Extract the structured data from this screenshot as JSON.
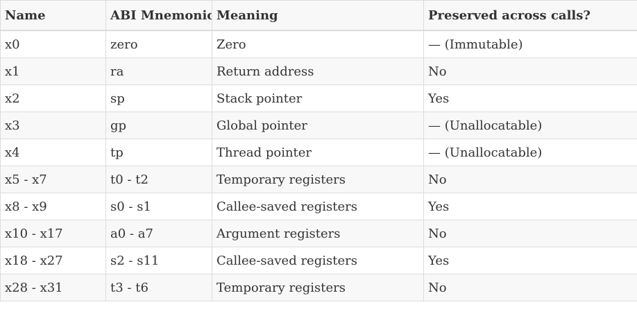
{
  "table": {
    "headers": [
      "Name",
      "ABI Mnemonic",
      "Meaning",
      "Preserved across calls?"
    ],
    "rows": [
      [
        "x0",
        "zero",
        "Zero",
        "— (Immutable)"
      ],
      [
        "x1",
        "ra",
        "Return address",
        "No"
      ],
      [
        "x2",
        "sp",
        "Stack pointer",
        "Yes"
      ],
      [
        "x3",
        "gp",
        "Global pointer",
        "— (Unallocatable)"
      ],
      [
        "x4",
        "tp",
        "Thread pointer",
        "— (Unallocatable)"
      ],
      [
        "x5 - x7",
        "t0 - t2",
        "Temporary registers",
        "No"
      ],
      [
        "x8 - x9",
        "s0 - s1",
        "Callee-saved registers",
        "Yes"
      ],
      [
        "x10 - x17",
        "a0 - a7",
        "Argument registers",
        "No"
      ],
      [
        "x18 - x27",
        "s2 - s11",
        "Callee-saved registers",
        "Yes"
      ],
      [
        "x28 - x31",
        "t3 - t6",
        "Temporary registers",
        "No"
      ]
    ]
  }
}
